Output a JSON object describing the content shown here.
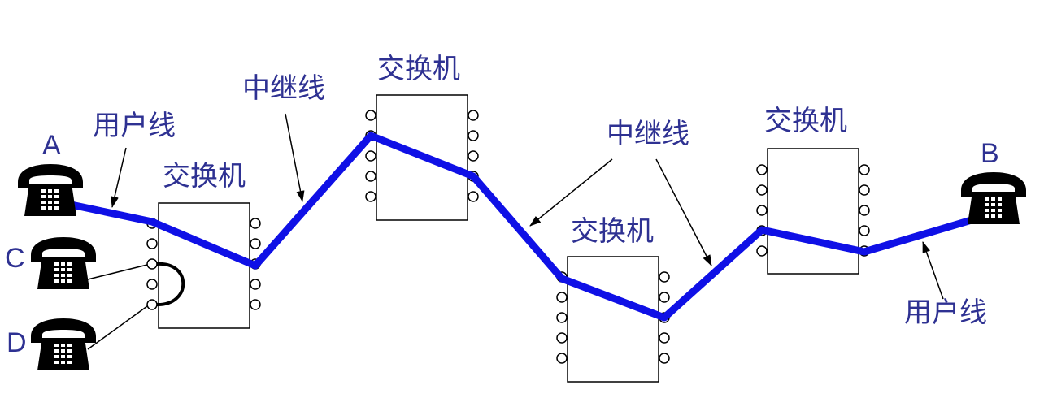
{
  "labels": {
    "switch": "交换机",
    "trunk_line": "中继线",
    "subscriber_line": "用户线"
  },
  "phones": {
    "A": "A",
    "B": "B",
    "C": "C",
    "D": "D"
  },
  "colors": {
    "route": "#0f10e6",
    "text": "#2e3192",
    "outline": "#000000",
    "phone": "#000000"
  },
  "icons": {
    "phone": "telephone-icon",
    "switch": "switch-box",
    "port": "port-circle"
  }
}
